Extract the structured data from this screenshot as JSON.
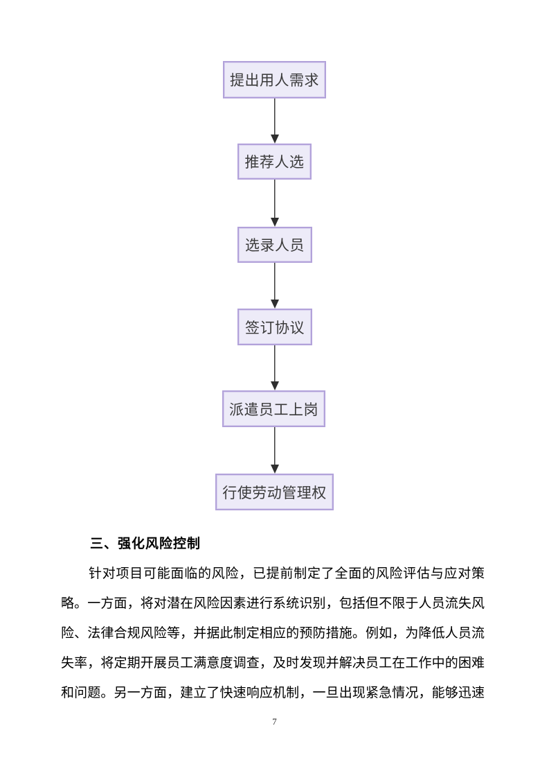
{
  "document": {
    "page_number": "7"
  },
  "flowchart": {
    "steps": [
      {
        "label": "提出用人需求"
      },
      {
        "label": "推荐人选"
      },
      {
        "label": "选录人员"
      },
      {
        "label": "签订协议"
      },
      {
        "label": "派遣员工上岗"
      },
      {
        "label": "行使劳动管理权"
      }
    ],
    "colors": {
      "box_border": "#b2a2da",
      "box_fill": "#edebf8",
      "box_text": "#3a3a3a",
      "arrow": "#2e2e2e"
    }
  },
  "section": {
    "heading": "三、强化风险控制",
    "paragraph_lines": [
      "针对项目可能面临的风险，已提前制定了全面的风险评估与应对策",
      "略。一方面，将对潜在风险因素进行系统识别，包括但不限于人员流失风",
      "险、法律合规风险等，并据此制定相应的预防措施。例如，为降低人员流",
      "失率，将定期开展员工满意度调查，及时发现并解决员工在工作中的困难",
      "和问题。另一方面，建立了快速响应机制，一旦出现紧急情况，能够迅速"
    ]
  }
}
